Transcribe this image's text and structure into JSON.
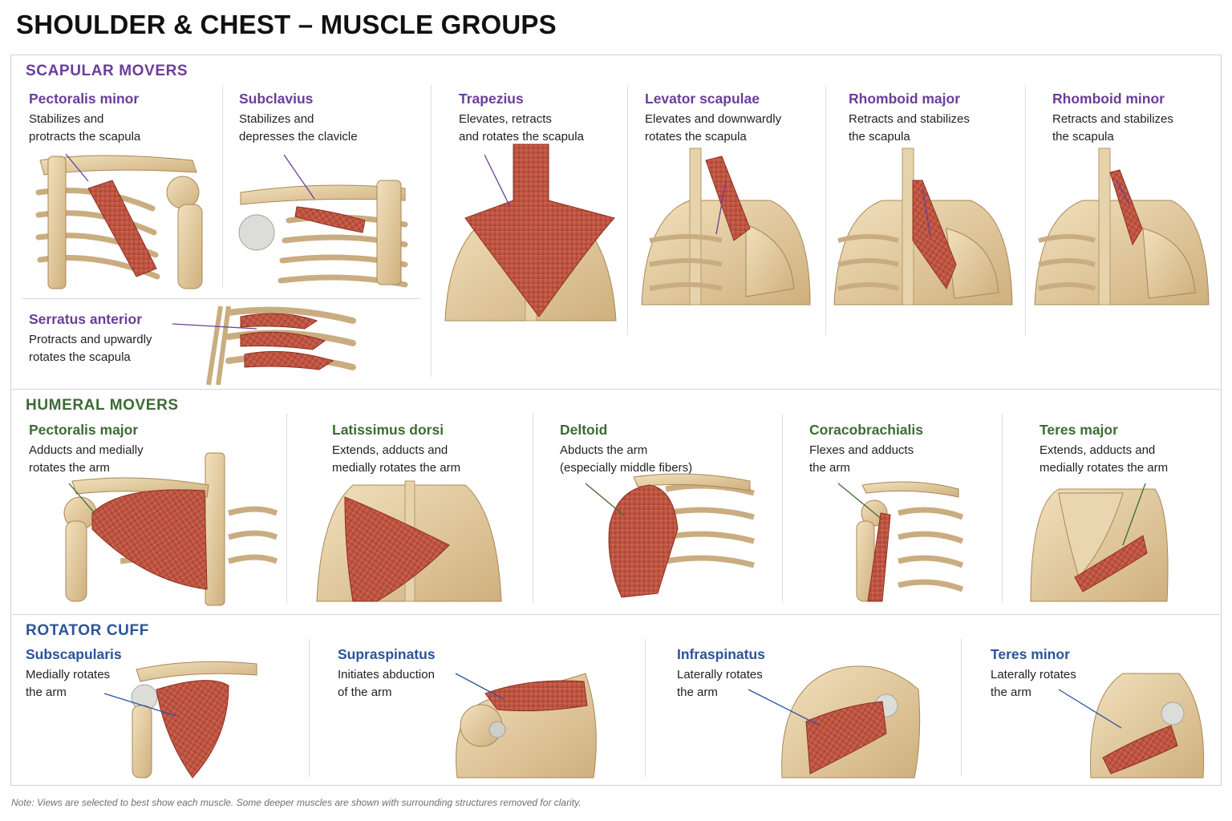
{
  "title": "SHOULDER & CHEST – MUSCLE GROUPS",
  "note": "Note: Views are selected to best show each muscle. Some deeper muscles are shown with surrounding structures removed for clarity.",
  "colors": {
    "scapular_accent": "#6b3d9a",
    "humeral_accent": "#3d6b35",
    "rotator_accent": "#2b549a",
    "bone": "#e4cfa6",
    "bone_shadow": "#c4a676",
    "muscle": "#c45a48",
    "muscle_dark": "#963626",
    "cartilage": "#d6d6d2"
  },
  "sections": {
    "scapular": {
      "title": "SCAPULAR MOVERS",
      "muscles": [
        {
          "name": "Pectoralis minor",
          "desc": [
            "Stabilizes and",
            "protracts the scapula"
          ]
        },
        {
          "name": "Subclavius",
          "desc": [
            "Stabilizes and",
            "depresses the clavicle"
          ]
        },
        {
          "name": "Trapezius",
          "desc": [
            "Elevates, retracts",
            "and rotates the scapula"
          ]
        },
        {
          "name": "Levator scapulae",
          "desc": [
            "Elevates and downwardly",
            "rotates the scapula"
          ]
        },
        {
          "name": "Rhomboid major",
          "desc": [
            "Retracts and stabilizes",
            "the scapula"
          ]
        },
        {
          "name": "Rhomboid minor",
          "desc": [
            "Retracts and stabilizes",
            "the scapula"
          ]
        },
        {
          "name": "Serratus anterior",
          "desc": [
            "Protracts and upwardly",
            "rotates the scapula"
          ]
        }
      ]
    },
    "humeral": {
      "title": "HUMERAL MOVERS",
      "muscles": [
        {
          "name": "Pectoralis major",
          "desc": [
            "Adducts and medially",
            "rotates the arm"
          ]
        },
        {
          "name": "Latissimus dorsi",
          "desc": [
            "Extends, adducts and",
            "medially rotates the arm"
          ]
        },
        {
          "name": "Deltoid",
          "desc": [
            "Abducts the arm",
            "(especially middle fibers)"
          ]
        },
        {
          "name": "Coracobrachialis",
          "desc": [
            "Flexes and adducts",
            "the arm"
          ]
        },
        {
          "name": "Teres major",
          "desc": [
            "Extends, adducts and",
            "medially rotates the arm"
          ]
        }
      ]
    },
    "rotator": {
      "title": "ROTATOR CUFF",
      "muscles": [
        {
          "name": "Subscapularis",
          "desc": [
            "Medially rotates",
            "the arm"
          ]
        },
        {
          "name": "Supraspinatus",
          "desc": [
            "Initiates abduction",
            "of the arm"
          ]
        },
        {
          "name": "Infraspinatus",
          "desc": [
            "Laterally rotates",
            "the arm"
          ]
        },
        {
          "name": "Teres minor",
          "desc": [
            "Laterally rotates",
            "the arm"
          ]
        }
      ]
    }
  }
}
